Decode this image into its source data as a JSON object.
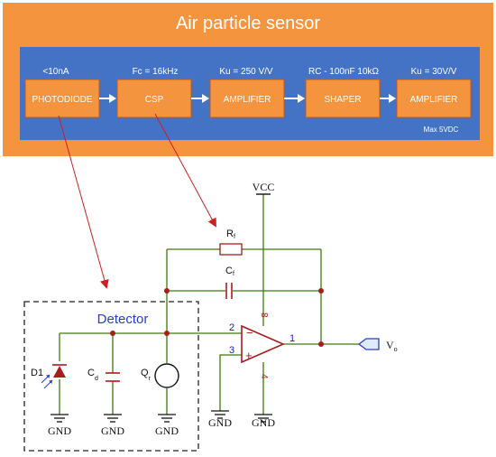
{
  "block_diagram": {
    "title": "Air particle sensor",
    "note": "Max 5VDC",
    "colors": {
      "outer": "#f5943e",
      "inner": "#4472c4",
      "block": "#f5943e",
      "block_border": "#c55a11",
      "arrow": "#ffffff",
      "text": "#ffffff"
    },
    "stages": [
      {
        "label": "PHOTODIODE",
        "spec": "<10nA"
      },
      {
        "label": "CSP",
        "spec": "Fc = 16kHz"
      },
      {
        "label": "AMPLIFIER",
        "spec": "Ku = 250 V/V"
      },
      {
        "label": "SHAPER",
        "spec": "RC - 100nF 10kΩ"
      },
      {
        "label": "AMPLIFIER",
        "spec": "Ku = 30V/V"
      }
    ]
  },
  "schematic": {
    "detector_label": "Detector",
    "vcc": "VCC",
    "gnd": "GND",
    "rf": {
      "main": "R",
      "sub": "f"
    },
    "cf": {
      "main": "C",
      "sub": "f"
    },
    "cd": {
      "main": "C",
      "sub": "d"
    },
    "qr": {
      "main": "Q",
      "sub": "r"
    },
    "d1": "D1",
    "vo": {
      "main": "V",
      "sub": "o"
    },
    "pins": {
      "inverting": "2",
      "noninverting": "3",
      "output": "1",
      "vplus": "8",
      "vminus": "4"
    },
    "signs": {
      "minus": "−",
      "plus": "+"
    },
    "colors": {
      "wire": "#3d7a0d",
      "component": "#a51d1d",
      "node": "#a51d1d",
      "pin_number": "#1a1ab5",
      "label_blue": "#2a3fc4",
      "callout": "#cc2020",
      "vo_fill": "#dfe9ff",
      "vo_stroke": "#2a3fc4"
    }
  }
}
